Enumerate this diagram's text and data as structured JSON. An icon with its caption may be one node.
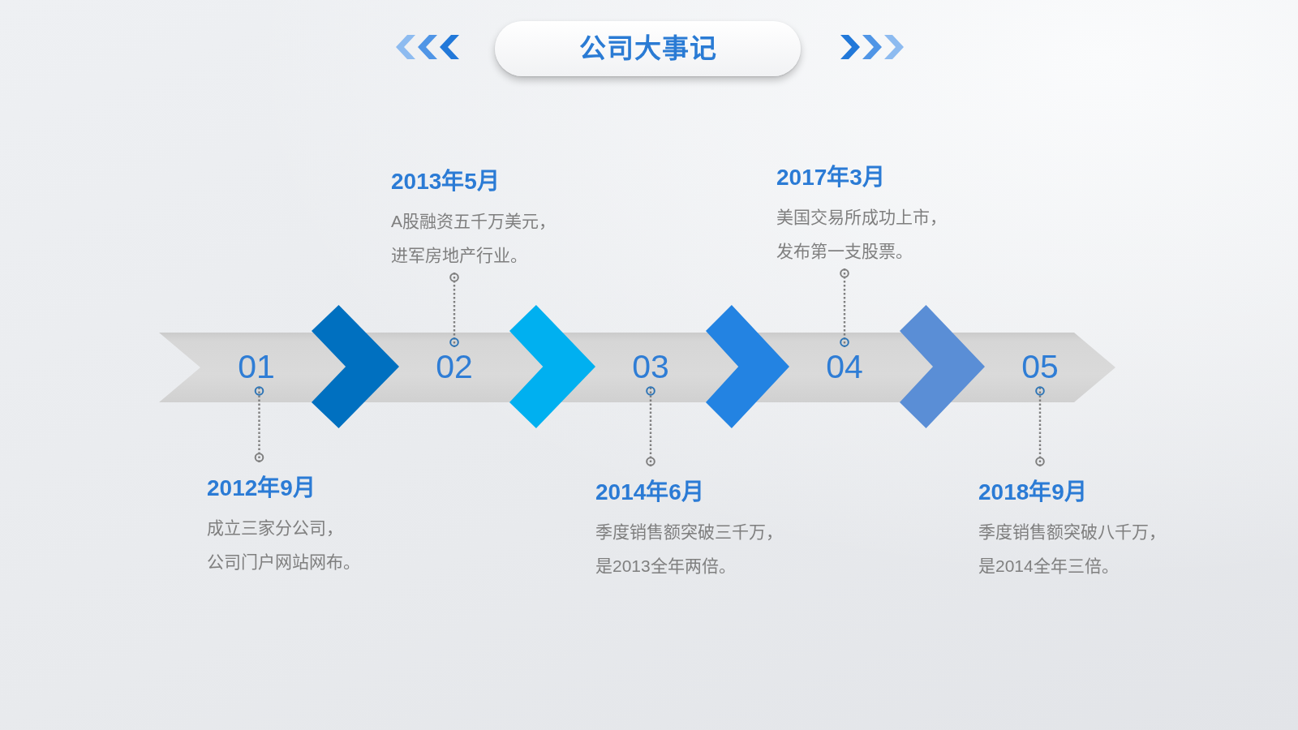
{
  "diagram": {
    "nodes": [
      {
        "text": [
          "公司大事记"
        ]
      },
      {
        "text": [
          "2013年5月",
          "A股融资五千万美元，进军房地产行业。"
        ]
      },
      {
        "text": [
          "2017年3月",
          "美国交易所成功上市，发布第一支股票。"
        ]
      },
      {
        "text": [],
        "shape": "band"
      },
      {
        "text": [
          "01"
        ],
        "in": 3
      },
      {
        "text": [
          "02"
        ],
        "in": 3
      },
      {
        "text": [
          "03"
        ],
        "in": 3
      },
      {
        "text": [
          "04"
        ],
        "in": 3
      },
      {
        "text": [
          "05"
        ],
        "in": 3
      },
      {
        "text": [
          "2012年9月",
          "成立三家分公司，公司门户网站网布。"
        ]
      },
      {
        "text": [
          "2014年6月",
          "季度销售额突破三千万，是2013全年两倍。"
        ]
      },
      {
        "text": [
          "2018年9月",
          "季度销售额突破八千万，是2014全年三倍。"
        ]
      }
    ],
    "edges": [
      {
        "from": 9,
        "to": 4,
        "arrow": "other",
        "style": "dashed"
      },
      {
        "from": 4,
        "to": 5,
        "arrow": "to",
        "style": "thick",
        "color": "#0070c0"
      },
      {
        "from": 1,
        "to": 5,
        "arrow": "other",
        "style": "dashed"
      },
      {
        "from": 5,
        "to": 6,
        "arrow": "to",
        "style": "thick",
        "color": "#00b0f0"
      },
      {
        "from": 10,
        "to": 6,
        "arrow": "other",
        "style": "dashed"
      },
      {
        "from": 6,
        "to": 7,
        "arrow": "to",
        "style": "thick",
        "color": "#2383e2"
      },
      {
        "from": 2,
        "to": 7,
        "arrow": "other",
        "style": "dashed"
      },
      {
        "from": 7,
        "to": 8,
        "arrow": "to",
        "style": "thick",
        "color": "#5a8ed6"
      },
      {
        "from": 11,
        "to": 8,
        "arrow": "other",
        "style": "dashed"
      }
    ]
  }
}
